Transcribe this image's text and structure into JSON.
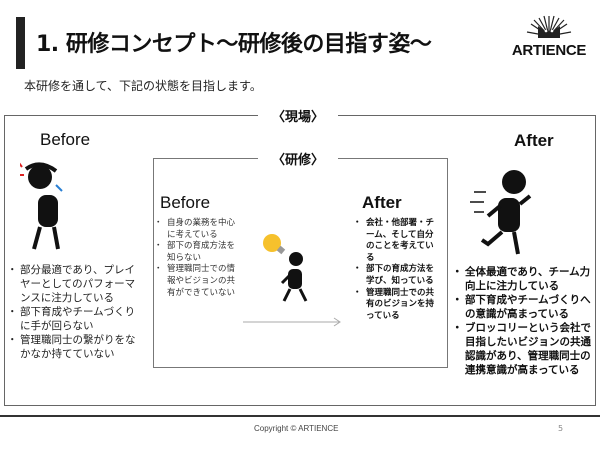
{
  "header": {
    "title": "1. 研修コンセプト～研修後の目指す姿～",
    "logo_text": "ARTIENCE",
    "subtitle": "本研修を通して、下記の状態を目指します。"
  },
  "genba": {
    "label": "〈現場〉",
    "before": {
      "heading": "Before",
      "items": [
        "部分最適であり、プレイヤーとしてのパフォーマンスに注力している",
        "部下育成やチームづくりに手が回らない",
        "管理職同士の繋がりをなかなか持てていない"
      ]
    },
    "after": {
      "heading": "After",
      "items": [
        "全体最適であり、チーム力向上に注力している",
        "部下育成やチームづくりへの意識が高まっている",
        "ブロッコリーという会社で目指したいビジョンの共通認識があり、管理職同士の連携意識が高まっている"
      ]
    }
  },
  "kenshu": {
    "label": "〈研修〉",
    "before": {
      "heading": "Before",
      "items": [
        "自身の業務を中心に考えている",
        "部下の育成方法を知らない",
        "管理職同士での情報やビジョンの共有ができていない"
      ]
    },
    "after": {
      "heading": "After",
      "items": [
        "会社・他部署・チーム、そして自分のことを考えている",
        "部下の育成方法を学び、知っている",
        "管理職同士での共有のビジョンを持っている"
      ]
    }
  },
  "footer": {
    "copyright": "Copyright ©  ARTIENCE",
    "page": "5"
  },
  "colors": {
    "bulb": "#f6c12c",
    "border": "#666666"
  }
}
